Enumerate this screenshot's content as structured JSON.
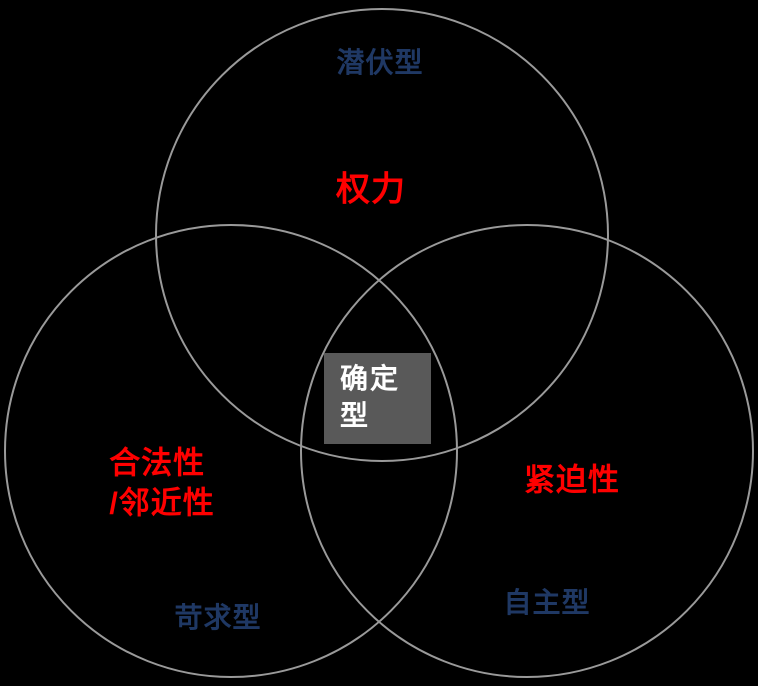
{
  "diagram": {
    "type": "venn-3-circle",
    "background_color": "#000000",
    "circle_stroke_color": "#9a9a9a",
    "colors": {
      "attribute_text": "#ff0000",
      "type_text": "#1f3864",
      "center_box_bg": "#595959",
      "center_box_text": "#ffffff"
    },
    "labels": {
      "dormant": "潜伏型",
      "power": "权力",
      "legitimacy_line1": "合法性",
      "legitimacy_line2": "/邻近性",
      "urgency": "紧迫性",
      "demanding": "苛求型",
      "discretionary": "自主型",
      "definitive_line1": "确定",
      "definitive_line2": "型"
    }
  }
}
